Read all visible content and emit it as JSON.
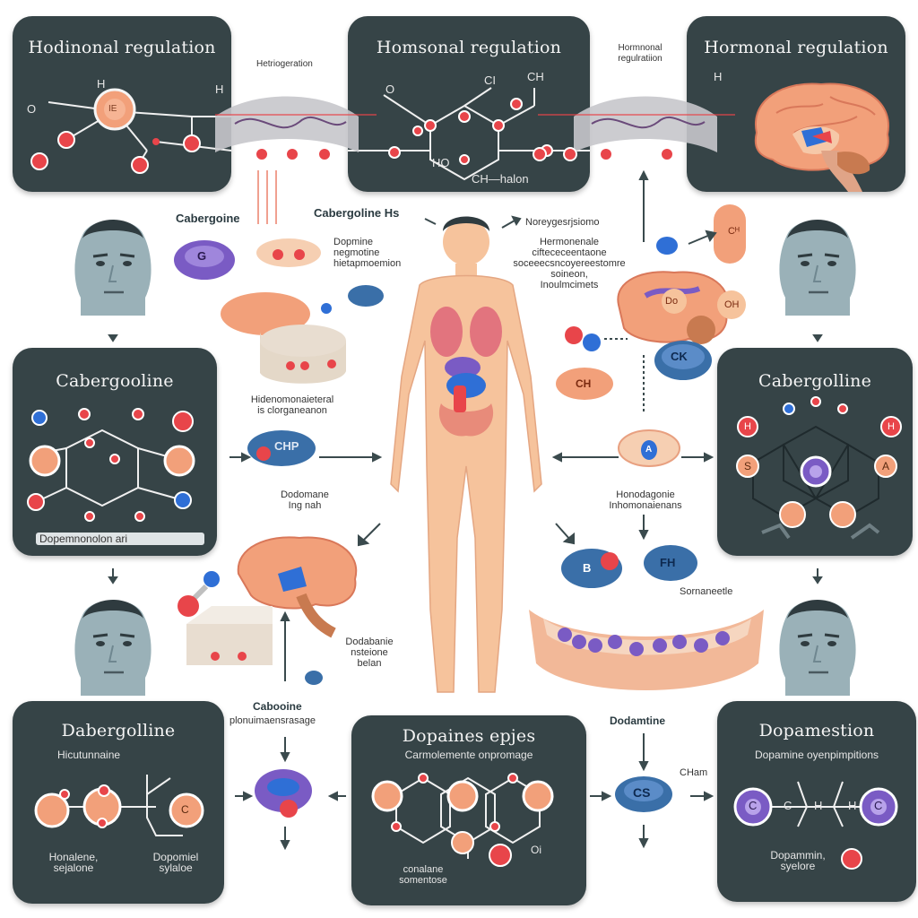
{
  "panels": {
    "top_left": {
      "title": "Hodinonal regulation",
      "atoms": [
        "H",
        "H",
        "O",
        "IE"
      ]
    },
    "top_center": {
      "title": "Homsonal regulation",
      "labels": [
        "CH",
        "CI",
        "CH—halon",
        "O",
        "HO"
      ]
    },
    "top_right": {
      "title": "Hormonal regulation",
      "atoms": [
        "H"
      ]
    },
    "mid_left": {
      "title": "Cabergooline",
      "caption": "Dopemnonolon ari"
    },
    "mid_right": {
      "title": "Cabergolline",
      "atoms": [
        "H",
        "S",
        "A",
        "H"
      ]
    },
    "bottom_left": {
      "title": "Dabergolline",
      "subtitle": "Hicutunnaine",
      "left_caption": "Honalene, sejalone",
      "right_caption": "Dopomiel sylaloe"
    },
    "bottom_center": {
      "title": "Dopaines epjes",
      "subtitle": "Carmolemente onpromage",
      "caption": "conalane somentose",
      "atom": "Oi"
    },
    "bottom_right": {
      "title": "Dopamestion",
      "subtitle": "Dopamine oyenpimpitions",
      "atoms": [
        "C",
        "C",
        "H",
        "H",
        "C"
      ],
      "caption": "Dopammin, syelore"
    }
  },
  "labels": {
    "heliogenation": "Hetriogeration",
    "hormonal_small": "Hormnonal regulratiion",
    "cabergoline_pill": "Cabergoine",
    "cabergoline_hs": "Cabergoline Hs",
    "dopamine_block": "Dopmine\nnegmotine\nhietapmoemion",
    "nonregulation": "Noreygesrjsiomo",
    "hormonal_block": "Hermonenale\nciftececeentaone\nsoceeecsncoyereestomre\nsoineon,\nInoulmcimets",
    "mid_left_note": "Hidenomonaieteral\nis clorganeanon",
    "dodamine_label": "Dodomane\nIng nah",
    "homodagonie": "Honodagonie\nInhomonaienans",
    "somatotropin": "Sornaneetle",
    "dodabanine": "Dodabanie\nnsteione\nbelan",
    "cabooine": "Cabooine",
    "cabooine_sub": "plonuimaensrasage",
    "dodamtine": "Dodamtine",
    "chain": "CHam",
    "pill_ch": "CH",
    "pill_chp": "CHP",
    "pill_ck": "CK",
    "pill_g": "G",
    "pill_fh": "FH",
    "pill_b": "B",
    "pill_cs": "CS",
    "pill_a": "A",
    "ch_label": "Cᴴ",
    "oh_label": "OH",
    "do_label": "Do"
  },
  "colors": {
    "panel": "#364447",
    "atom_red": "#e8454a",
    "atom_peach": "#f2a07a",
    "atom_blue": "#2f6fd6",
    "atom_purple": "#7a5bc4",
    "skin": "#f6c39c",
    "arrow": "#3a4a4d"
  }
}
